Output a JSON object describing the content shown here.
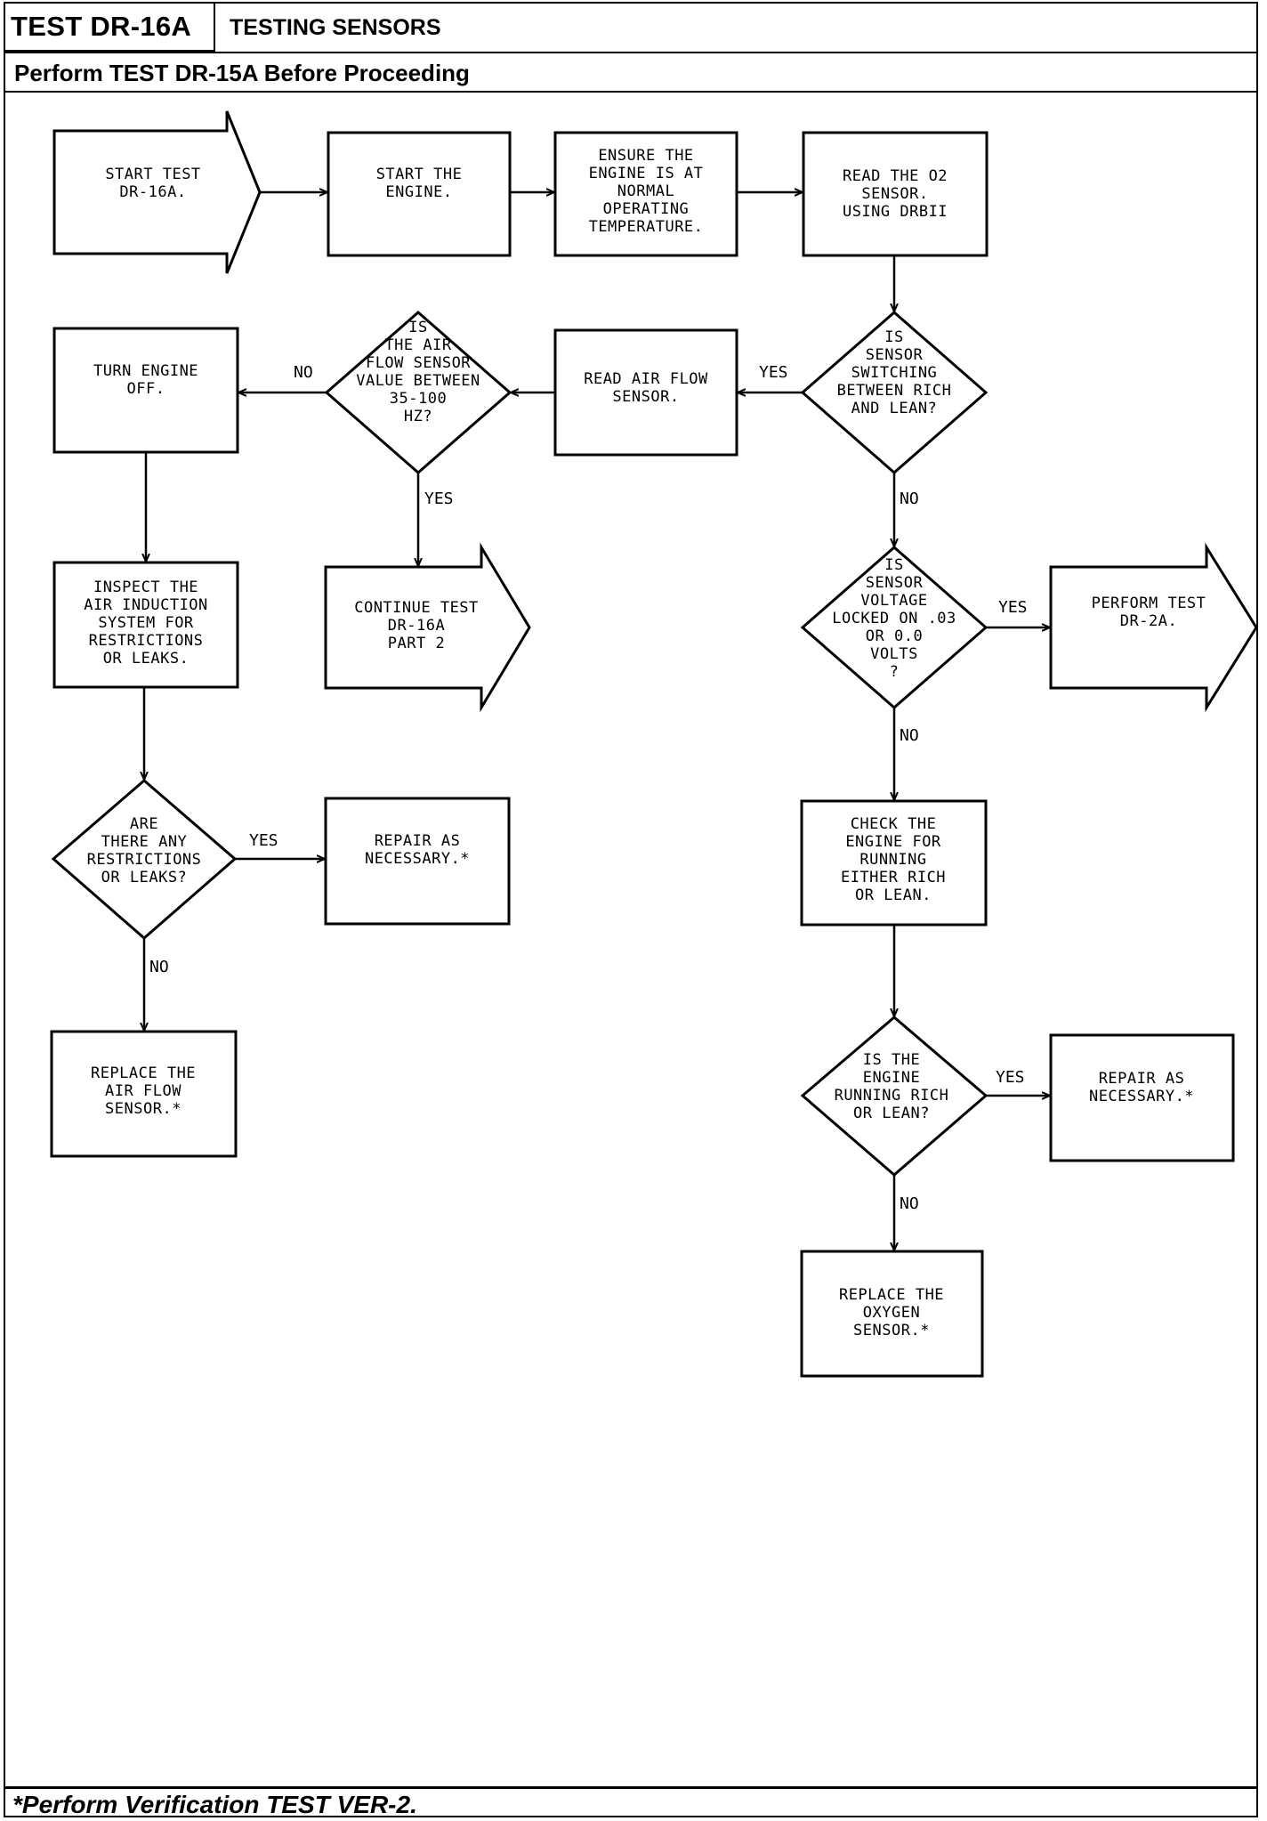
{
  "header": {
    "test_id": "TEST DR-16A",
    "title": "TESTING SENSORS",
    "prerequisite": "Perform TEST DR-15A Before Proceeding"
  },
  "footer": {
    "note": "*Perform Verification TEST VER-2."
  },
  "nodes": {
    "start": {
      "type": "offpage-arrow",
      "text": "START TEST\nDR-16A."
    },
    "start_engine": {
      "type": "process",
      "text": "START THE\nENGINE."
    },
    "ensure_temp": {
      "type": "process",
      "text": "ENSURE THE\nENGINE IS AT\nNORMAL\nOPERATING\nTEMPERATURE."
    },
    "read_o2": {
      "type": "process",
      "text": "READ THE O2\nSENSOR.\nUSING DRBII"
    },
    "q_switching": {
      "type": "decision",
      "text": "IS\nSENSOR\nSWITCHING\nBETWEEN RICH\nAND LEAN?"
    },
    "read_airflow": {
      "type": "process",
      "text": "READ AIR FLOW\nSENSOR."
    },
    "q_airflow": {
      "type": "decision",
      "text": "IS\nTHE AIR\nFLOW SENSOR\nVALUE BETWEEN\n35-100\nHZ?"
    },
    "turn_off": {
      "type": "process",
      "text": "TURN ENGINE\nOFF."
    },
    "inspect": {
      "type": "process",
      "text": "INSPECT THE\nAIR INDUCTION\nSYSTEM FOR\nRESTRICTIONS\nOR LEAKS."
    },
    "continue": {
      "type": "offpage-arrow",
      "text": "CONTINUE TEST\nDR-16A\nPART 2"
    },
    "q_voltage": {
      "type": "decision",
      "text": "IS\nSENSOR\nVOLTAGE\nLOCKED ON .03\nOR 0.0\nVOLTS\n?"
    },
    "perform_dr2a": {
      "type": "offpage-arrow",
      "text": "PERFORM TEST\nDR-2A."
    },
    "check_engine": {
      "type": "process",
      "text": "CHECK THE\nENGINE FOR\nRUNNING\nEITHER RICH\nOR LEAN."
    },
    "q_restrictions": {
      "type": "decision",
      "text": "ARE\nTHERE ANY\nRESTRICTIONS\nOR LEAKS?"
    },
    "repair_1": {
      "type": "process",
      "text": "REPAIR AS\nNECESSARY.*"
    },
    "replace_airflow": {
      "type": "process",
      "text": "REPLACE THE\nAIR FLOW\nSENSOR.*"
    },
    "q_rich_lean": {
      "type": "decision",
      "text": "IS THE\nENGINE\nRUNNING RICH\nOR LEAN?"
    },
    "repair_2": {
      "type": "process",
      "text": "REPAIR AS\nNECESSARY.*"
    },
    "replace_o2": {
      "type": "process",
      "text": "REPLACE THE\nOXYGEN\nSENSOR.*"
    }
  },
  "edges": [
    {
      "from": "start",
      "to": "start_engine",
      "label": ""
    },
    {
      "from": "start_engine",
      "to": "ensure_temp",
      "label": ""
    },
    {
      "from": "ensure_temp",
      "to": "read_o2",
      "label": ""
    },
    {
      "from": "read_o2",
      "to": "q_switching",
      "label": ""
    },
    {
      "from": "q_switching",
      "to": "read_airflow",
      "label": "YES"
    },
    {
      "from": "q_switching",
      "to": "q_voltage",
      "label": "NO"
    },
    {
      "from": "read_airflow",
      "to": "q_airflow",
      "label": ""
    },
    {
      "from": "q_airflow",
      "to": "turn_off",
      "label": "NO"
    },
    {
      "from": "q_airflow",
      "to": "continue",
      "label": "YES"
    },
    {
      "from": "turn_off",
      "to": "inspect",
      "label": ""
    },
    {
      "from": "inspect",
      "to": "q_restrictions",
      "label": ""
    },
    {
      "from": "q_restrictions",
      "to": "repair_1",
      "label": "YES"
    },
    {
      "from": "q_restrictions",
      "to": "replace_airflow",
      "label": "NO"
    },
    {
      "from": "q_voltage",
      "to": "perform_dr2a",
      "label": "YES"
    },
    {
      "from": "q_voltage",
      "to": "check_engine",
      "label": "NO"
    },
    {
      "from": "check_engine",
      "to": "q_rich_lean",
      "label": ""
    },
    {
      "from": "q_rich_lean",
      "to": "repair_2",
      "label": "YES"
    },
    {
      "from": "q_rich_lean",
      "to": "replace_o2",
      "label": "NO"
    }
  ],
  "labels": {
    "yes": "YES",
    "no": "NO"
  }
}
